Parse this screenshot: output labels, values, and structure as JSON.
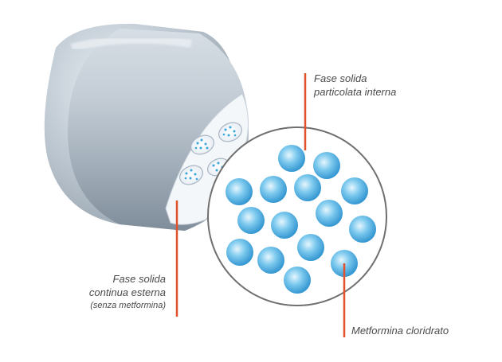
{
  "labels": {
    "internal_phase_line1": "Fase solida",
    "internal_phase_line2": "particolata interna",
    "external_phase_line1": "Fase solida",
    "external_phase_line2": "continua esterna",
    "external_phase_line3": "(senza metformina)",
    "metformin": "Metformina cloridrato"
  },
  "colors": {
    "leader_line": "#e0522b",
    "particle": "#3aa6dc",
    "tablet_body": "#b8c4cf",
    "cross_section": "#ffffff"
  },
  "icons": [
    "tablet-cylinder-icon",
    "magnified-cross-section-icon",
    "particle-icon"
  ]
}
